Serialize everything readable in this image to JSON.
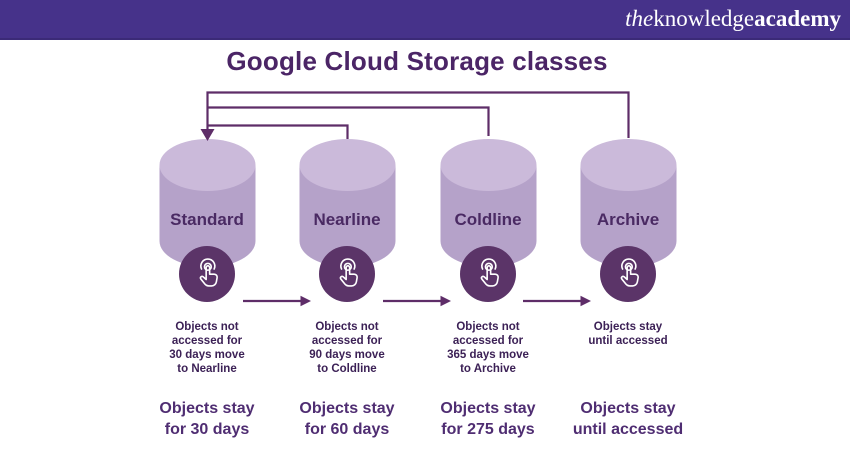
{
  "header": {
    "logo": {
      "prefix": "the",
      "mid": "knowledge",
      "suffix": "academy"
    }
  },
  "title": "Google Cloud Storage classes",
  "columns": [
    {
      "label": "Standard",
      "note_lines": [
        "Objects not",
        "accessed for",
        "30 days move",
        "to Nearline"
      ],
      "stay_lines": [
        "Objects stay",
        "for 30 days"
      ]
    },
    {
      "label": "Nearline",
      "note_lines": [
        "Objects not",
        "accessed for",
        "90 days move",
        "to Coldline"
      ],
      "stay_lines": [
        "Objects stay",
        "for 60 days"
      ]
    },
    {
      "label": "Coldline",
      "note_lines": [
        "Objects not",
        "accessed for",
        "365 days move",
        "to Archive"
      ],
      "stay_lines": [
        "Objects stay",
        "for 275 days"
      ]
    },
    {
      "label": "Archive",
      "note_lines": [
        "Objects stay",
        "until accessed"
      ],
      "stay_lines": [
        "Objects stay",
        "until accessed"
      ]
    }
  ],
  "colors": {
    "header_bg": "#46328a",
    "title_text": "#4b2566",
    "cylinder_top": "#cbbada",
    "cylinder_body": "#b5a2c9",
    "icon_circle_bg": "#5b3468",
    "connector_line": "#5e2d68",
    "note_text": "#3c2156",
    "stay_text": "#4f2d72",
    "logo_text": "#ffffff"
  }
}
